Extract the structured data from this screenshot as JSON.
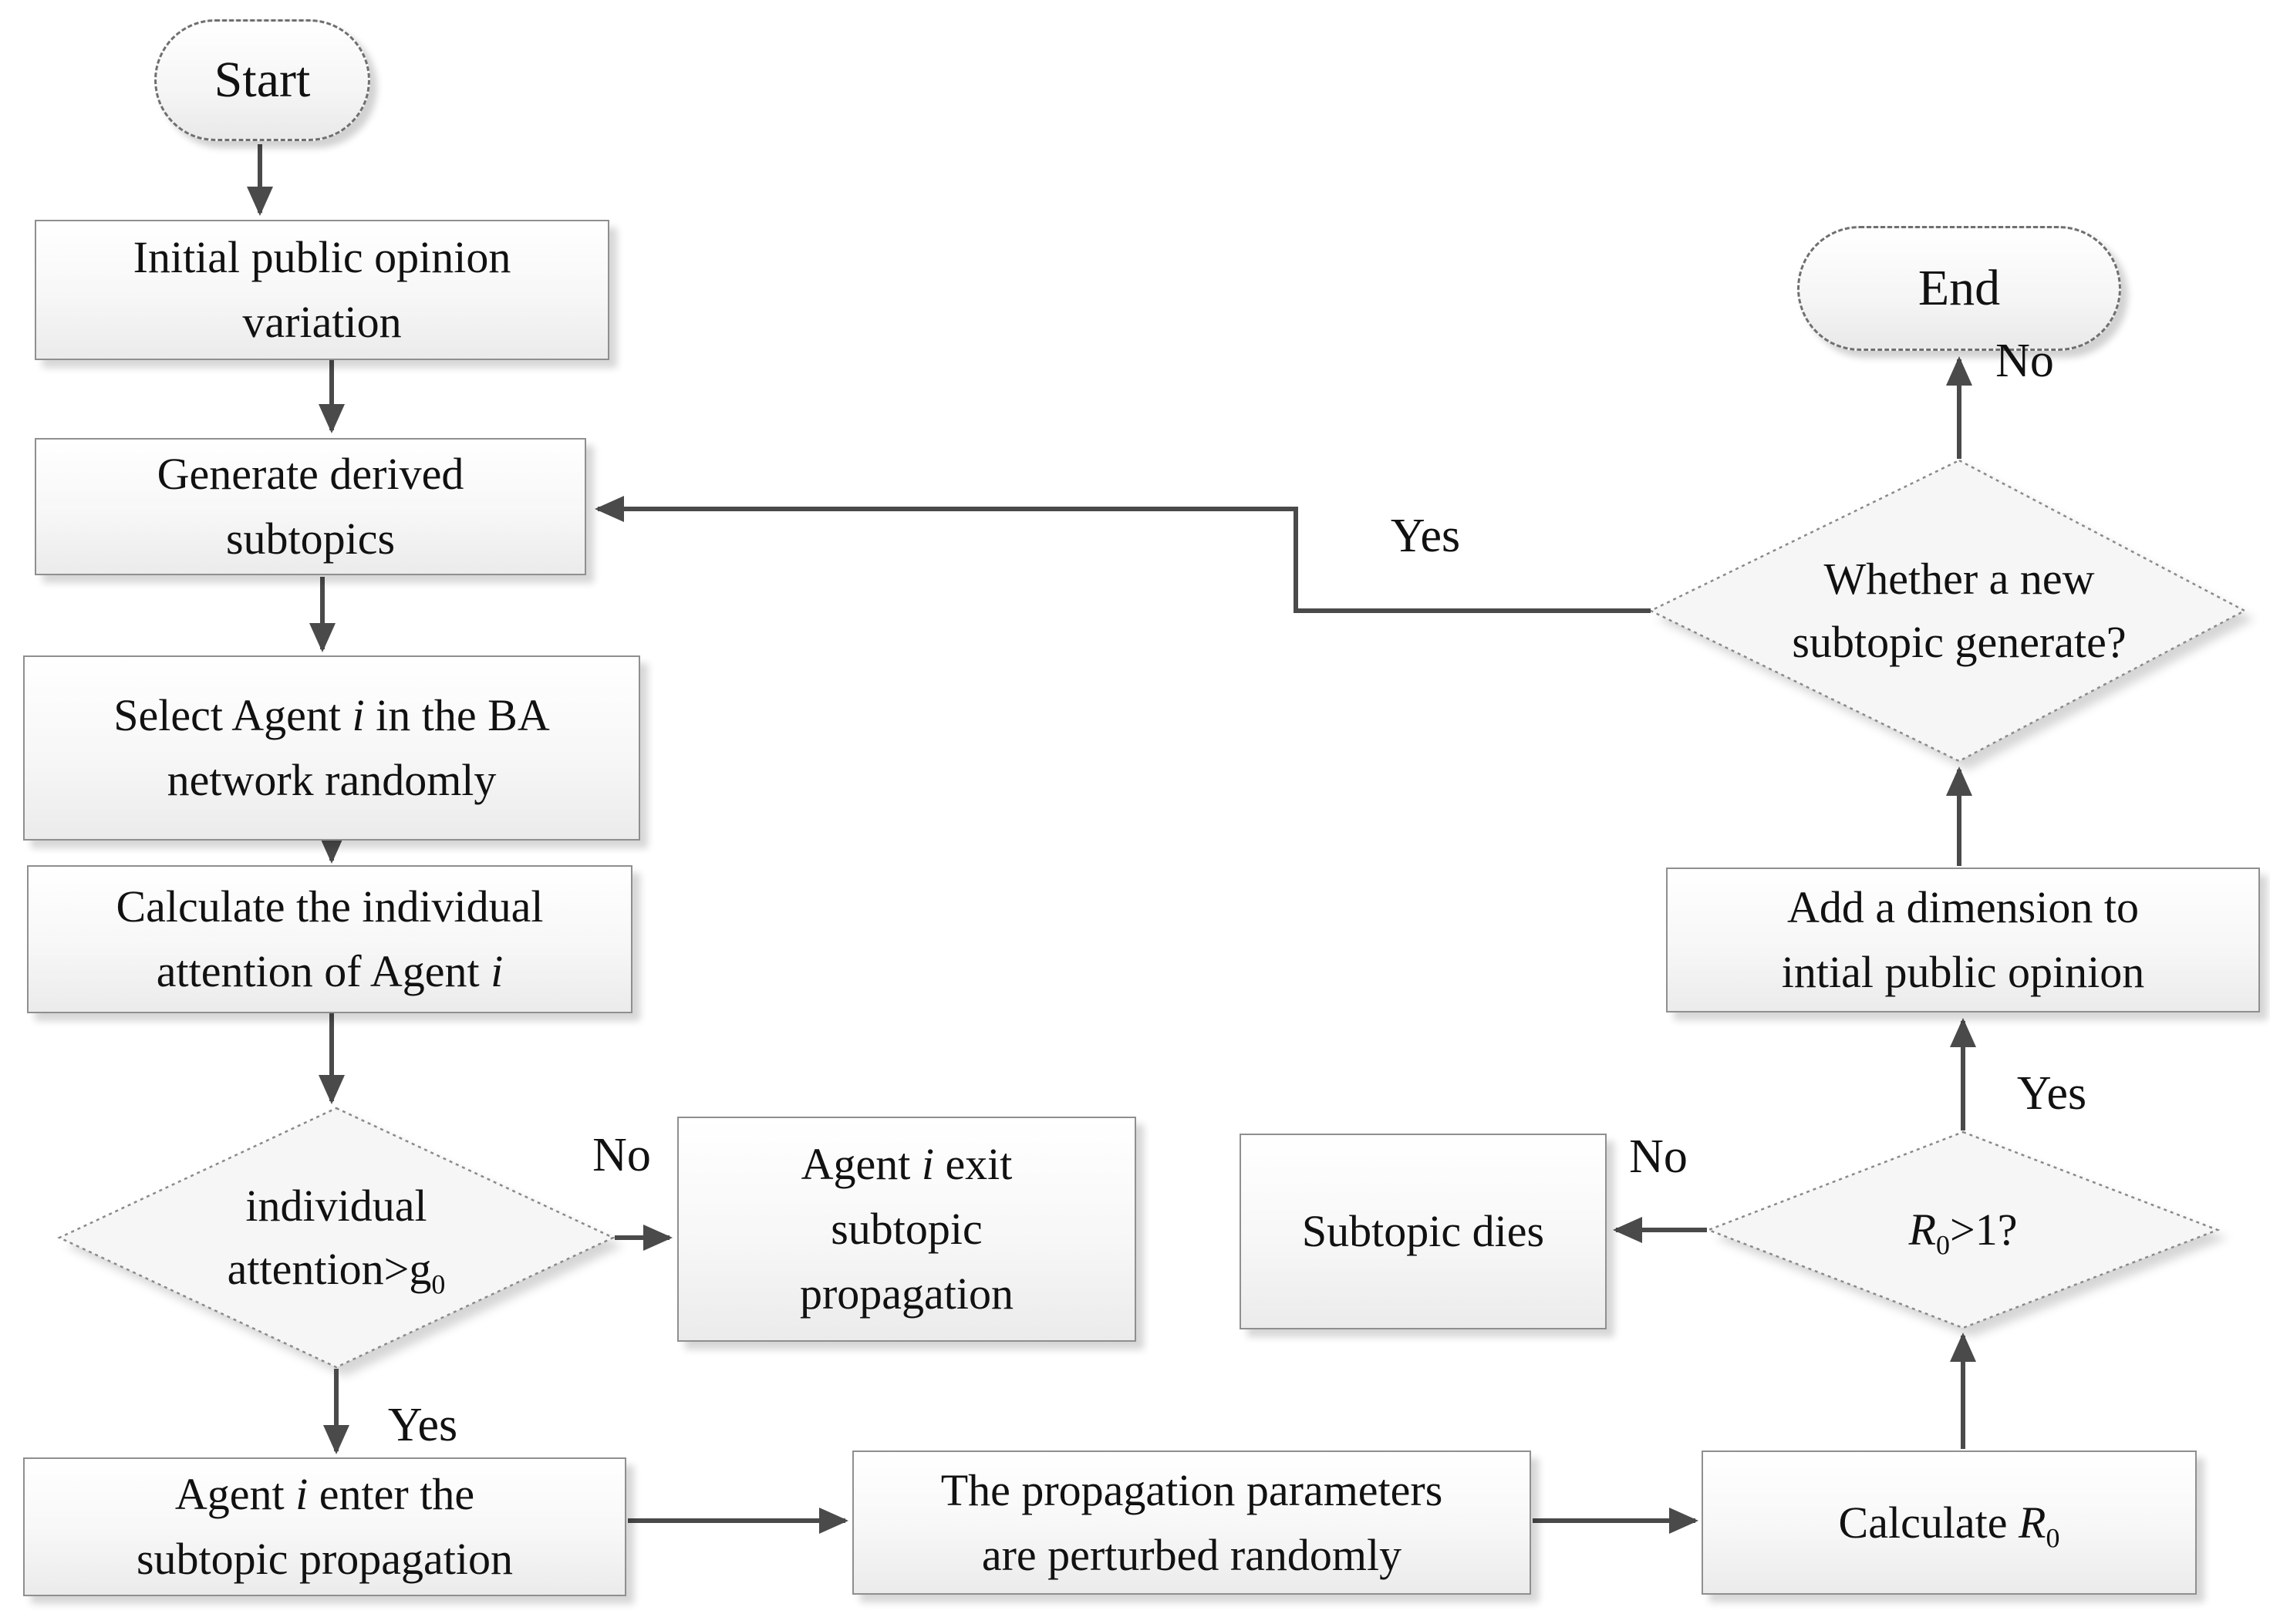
{
  "diagram": {
    "type": "flowchart",
    "background": "#ffffff",
    "colors": {
      "connector": "#4a4a4a",
      "box_border": "#8f8f8f",
      "shape_fill": "#f6f6f6",
      "text": "#111111"
    }
  },
  "nodes": {
    "start": {
      "label": "Start"
    },
    "initial_variation": {
      "line1": "Initial public opinion",
      "line2": "variation"
    },
    "generate_subtopics": {
      "line1": "Generate derived",
      "line2": "subtopics"
    },
    "select_agent": {
      "l1_pre": "Select Agent ",
      "l1_var": "i",
      "l1_post": " in the BA",
      "line2": "network randomly"
    },
    "calc_attention": {
      "line1": "Calculate the individual",
      "l2_pre": "attention of Agent ",
      "l2_var": "i"
    },
    "attention_check": {
      "line1": "individual",
      "l2_pre": "attention>g",
      "l2_sub": "0"
    },
    "agent_exit": {
      "l1_pre": "Agent ",
      "l1_var": "i",
      "l1_post": " exit",
      "line2": "subtopic",
      "line3": "propagation"
    },
    "agent_enter": {
      "l1_pre": "Agent ",
      "l1_var": "i",
      "l1_post": " enter the",
      "line2": "subtopic propagation"
    },
    "perturb_params": {
      "line1": "The propagation parameters",
      "line2": "are perturbed randomly"
    },
    "calculate_r0": {
      "pre": "Calculate ",
      "var": "R",
      "sub": "0"
    },
    "r0_check": {
      "var": "R",
      "sub": "0",
      "post": ">1?"
    },
    "subtopic_dies": {
      "label": "Subtopic dies"
    },
    "add_dimension": {
      "line1": "Add a dimension to",
      "line2": "intial public opinion"
    },
    "new_subtopic_check": {
      "line1": "Whether a new",
      "line2": "subtopic generate?"
    },
    "end": {
      "label": "End"
    }
  },
  "edge_labels": {
    "attention_no": "No",
    "attention_yes": "Yes",
    "r0_no": "No",
    "r0_yes": "Yes",
    "new_subtopic_yes": "Yes",
    "new_subtopic_no": "No"
  }
}
